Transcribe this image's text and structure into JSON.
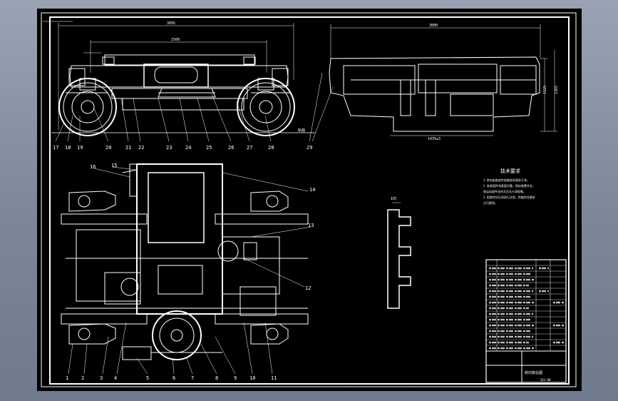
{
  "drawing": {
    "side_view": {
      "overall_dim": "3095",
      "inner_dim": "2500",
      "side_mark": "轨面"
    },
    "end_view": {
      "overall_dim": "3000",
      "height_dim_1": "1125",
      "height_dim_2": "1365",
      "gauge_dim": "1435±3"
    },
    "part_numbers": {
      "side": [
        "17",
        "18",
        "19",
        "20",
        "21",
        "22",
        "23",
        "24",
        "25",
        "26",
        "27",
        "28",
        "29"
      ],
      "plan_bottom": [
        "1",
        "2",
        "3",
        "4",
        "5",
        "6",
        "7",
        "8",
        "9",
        "10",
        "11"
      ],
      "plan_right": [
        "12",
        "13",
        "14"
      ],
      "plan_top": [
        "15",
        "16"
      ]
    },
    "detail_label": "I向",
    "tech_requirements": {
      "title": "技术要求",
      "lines": [
        "1 转向架各部件组装前须清洗干净。",
        "2 各紧固件须紧固可靠，防松装置齐全，",
        "  各运动部件动作灵活无卡滞现象。",
        "3 组装完毕后须进行试验，性能符合要求",
        "  方可使用。"
      ]
    },
    "title_block": {
      "drawing_title": "转向架总图",
      "drawing_no": "ZXJ-00"
    }
  }
}
